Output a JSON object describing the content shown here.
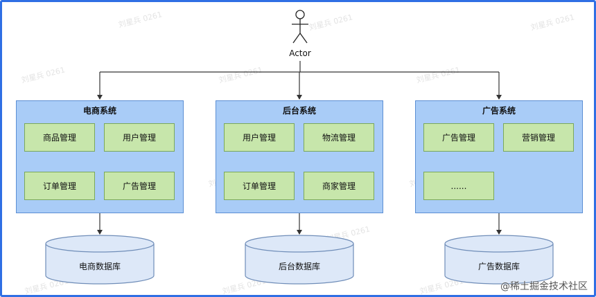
{
  "actor": {
    "label": "Actor"
  },
  "systems": [
    {
      "title": "电商系统",
      "modules": [
        "商品管理",
        "用户管理",
        "订单管理",
        "广告管理"
      ]
    },
    {
      "title": "后台系统",
      "modules": [
        "用户管理",
        "物流管理",
        "订单管理",
        "商家管理"
      ]
    },
    {
      "title": "广告系统",
      "modules": [
        "广告管理",
        "营销管理",
        "......"
      ]
    }
  ],
  "databases": [
    "电商数据库",
    "后台数据库",
    "广告数据库"
  ],
  "watermark": {
    "text": "刘星兵 0261"
  },
  "footer": {
    "text": "@稀土掘金技术社区"
  },
  "colors": {
    "frame": "#2f6fe4",
    "system_fill": "#a9ccf7",
    "system_border": "#5b8ed3",
    "module_fill": "#c7e6ab",
    "module_border": "#7aa85a",
    "db_fill": "#dde8f8",
    "db_border": "#6f8db8",
    "line": "#333333"
  }
}
